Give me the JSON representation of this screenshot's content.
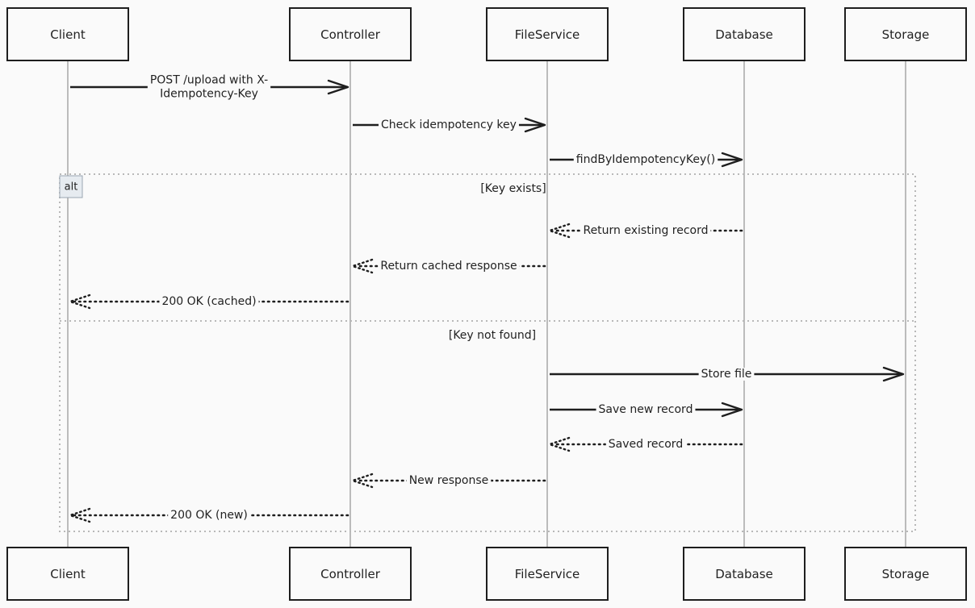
{
  "participants": [
    {
      "id": "client",
      "label": "Client"
    },
    {
      "id": "controller",
      "label": "Controller"
    },
    {
      "id": "fileservice",
      "label": "FileService"
    },
    {
      "id": "database",
      "label": "Database"
    },
    {
      "id": "storage",
      "label": "Storage"
    }
  ],
  "fragment": {
    "operator": "alt",
    "sections": [
      {
        "guard": "[Key exists]"
      },
      {
        "guard": "[Key not found]"
      }
    ]
  },
  "messages": [
    {
      "from": "client",
      "to": "controller",
      "text": "POST /upload with X-\nIdempotency-Key",
      "style": "solid"
    },
    {
      "from": "controller",
      "to": "fileservice",
      "text": "Check idempotency key",
      "style": "solid"
    },
    {
      "from": "fileservice",
      "to": "database",
      "text": "findByIdempotencyKey()",
      "style": "solid"
    },
    {
      "from": "database",
      "to": "fileservice",
      "text": "Return existing record",
      "style": "dotted"
    },
    {
      "from": "fileservice",
      "to": "controller",
      "text": "Return cached response",
      "style": "dotted"
    },
    {
      "from": "controller",
      "to": "client",
      "text": "200 OK (cached)",
      "style": "dotted"
    },
    {
      "from": "fileservice",
      "to": "storage",
      "text": "Store file",
      "style": "solid"
    },
    {
      "from": "fileservice",
      "to": "database",
      "text": "Save new record",
      "style": "solid"
    },
    {
      "from": "database",
      "to": "fileservice",
      "text": "Saved record",
      "style": "dotted"
    },
    {
      "from": "fileservice",
      "to": "controller",
      "text": "New response",
      "style": "dotted"
    },
    {
      "from": "controller",
      "to": "client",
      "text": "200 OK (new)",
      "style": "dotted"
    }
  ]
}
